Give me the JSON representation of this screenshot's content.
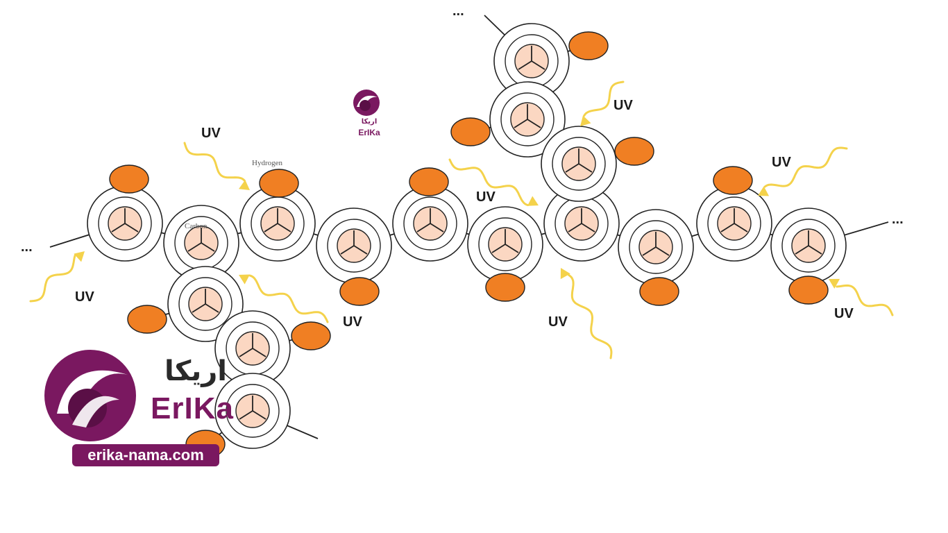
{
  "labels": {
    "uv": [
      "UV",
      "UV",
      "UV",
      "UV",
      "UV",
      "UV",
      "UV",
      "UV"
    ],
    "hydrogen": "Hydrogen",
    "carbon": "Carbon",
    "ellipsis": [
      "...",
      "...",
      "...",
      "..."
    ]
  },
  "logo": {
    "persian_name": "اریکا",
    "latin_name": "ErIKa",
    "url": "erika-nama.com"
  },
  "colors": {
    "hydrogen": "#f07f23",
    "carbon_core": "#fbd7c2",
    "uv_ray": "#f4d24b",
    "brand": "#7a1860"
  },
  "icons": {
    "brand_mark": "erika-swirl-logo"
  }
}
